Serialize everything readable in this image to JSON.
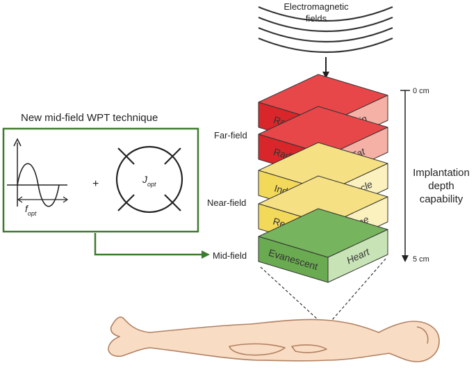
{
  "colors": {
    "far_field_top": "#e8474a",
    "far_field_front": "#d9262a",
    "far_field_side": "#f6b1a6",
    "near_field_top": "#f5e184",
    "near_field_front": "#f3d95a",
    "near_field_side": "#fbf1bf",
    "mid_field_top": "#76b45d",
    "mid_field_front": "#6aaa51",
    "mid_field_side": "#c8e3b6",
    "arrow_green": "#3e7a2e",
    "body_fill": "#f9dcc4",
    "body_stroke": "#b08060"
  },
  "source": {
    "label_line1": "Electromagnetic",
    "label_line2": "fields"
  },
  "technique": {
    "title": "New mid-field WPT technique",
    "plus": "+",
    "freq_base": "f",
    "freq_sub": "opt",
    "current_base": "J",
    "current_sub": "opt"
  },
  "regions": {
    "far": "Far-field",
    "near": "Near-field",
    "mid": "Mid-field"
  },
  "layers": [
    {
      "mechanism": "Radiative",
      "tissue": "Skin",
      "zone": "far"
    },
    {
      "mechanism": "Radiative",
      "tissue": "Fat",
      "zone": "far"
    },
    {
      "mechanism": "Inductive",
      "tissue": "Muscle",
      "zone": "near"
    },
    {
      "mechanism": "Resonant",
      "tissue": "Bone",
      "zone": "near"
    },
    {
      "mechanism": "Evanescent",
      "tissue": "Heart",
      "zone": "mid"
    }
  ],
  "depth": {
    "top": "0 cm",
    "bottom": "5 cm",
    "label_line1": "Implantation",
    "label_line2": "depth",
    "label_line3": "capability"
  }
}
